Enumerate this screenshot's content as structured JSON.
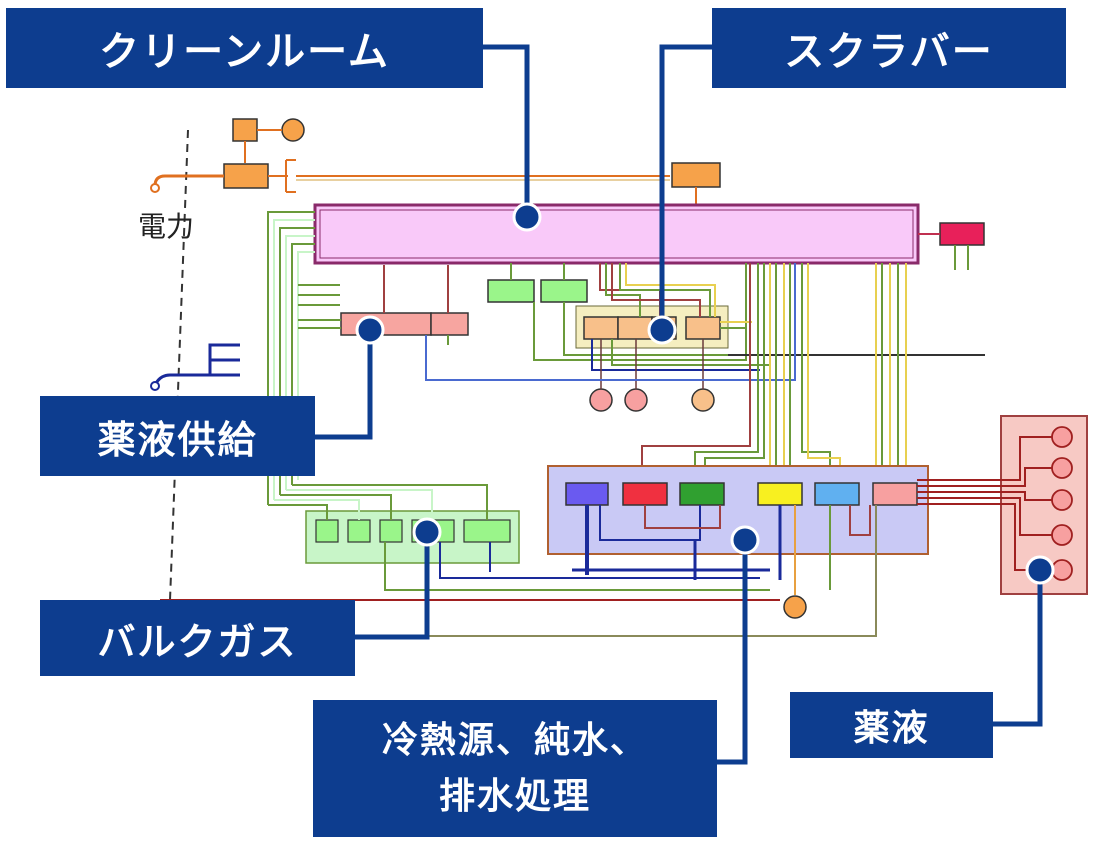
{
  "labels": {
    "clean_room": "クリーンルーム",
    "scrubber": "スクラバー",
    "chemical_supply": "薬液供給",
    "bulk_gas": "バルクガス",
    "utilities_line1": "冷熱源、純水、",
    "utilities_line2": "排水処理",
    "chemicals": "薬液",
    "power": "電力"
  },
  "colors": {
    "callout": "#0d3d8f",
    "clean_room": "#f9c9f9",
    "scrubber": "#f8c08a",
    "bulk_gas": "#c8f5c8",
    "utilities": "#c9c9f5",
    "chemicals": "#f7c9c4"
  }
}
